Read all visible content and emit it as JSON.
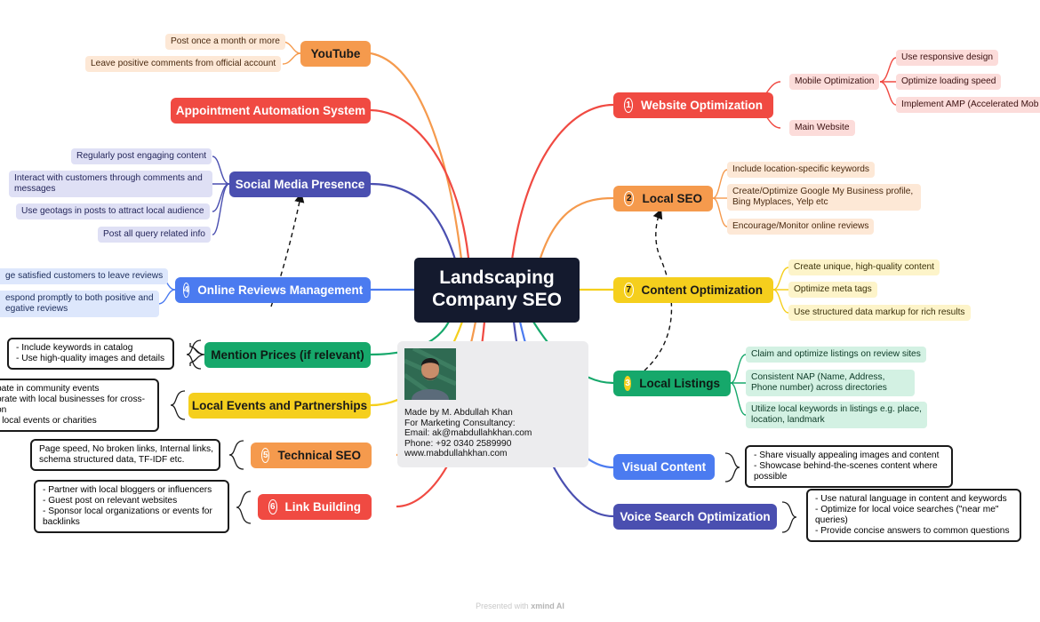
{
  "center": {
    "line1": "Landscaping",
    "line2": "Company SEO"
  },
  "author": {
    "made_by": "Made by M. Abdullah Khan",
    "consult": "For Marketing Consultancy:",
    "email": "Email: ak@mabdullahkhan.com",
    "phone": "Phone: +92 0340 2589990",
    "web": "www.mabdullahkhan.com"
  },
  "footer": {
    "prefix": "Presented with",
    "brand": "xmind AI"
  },
  "colors": {
    "red": "#f04a42",
    "orange": "#f59a4d",
    "yellow": "#f5cf1d",
    "green": "#16a86b",
    "blue": "#4b7bf0",
    "indigo": "#4a4fb0",
    "navy": "#141a2e"
  },
  "left": {
    "youtube": {
      "label": "YouTube",
      "items": [
        "Post once a month or more",
        "Leave positive comments from official account"
      ]
    },
    "appointment": {
      "label": "Appointment Automation System"
    },
    "social": {
      "label": "Social Media Presence",
      "items": [
        "Regularly post engaging content",
        "Interact with customers through comments and messages",
        "Use geotags in posts to attract local audience",
        "Post all query related info"
      ]
    },
    "reviews": {
      "num": "4",
      "label": "Online Reviews Management",
      "items": [
        "ge satisfied customers to leave reviews",
        "espond promptly to both positive and",
        "egative reviews"
      ]
    },
    "prices": {
      "label": "Mention Prices (if relevant)",
      "lines": [
        "- Include keywords in catalog",
        "- Use high-quality images and details"
      ]
    },
    "events": {
      "label": "Local Events and Partnerships",
      "lines": [
        "pate in community events",
        "orate with local businesses for cross-",
        "on",
        "r local events or charities"
      ]
    },
    "technical": {
      "num": "5",
      "label": "Technical SEO",
      "lines": [
        "Page speed, No broken links, Internal links,",
        "schema structured data, TF-IDF etc."
      ]
    },
    "links": {
      "num": "6",
      "label": "Link Building",
      "lines": [
        "- Partner with local bloggers or influencers",
        "- Guest post on relevant websites",
        "- Sponsor local organizations or events for",
        "backlinks"
      ]
    }
  },
  "right": {
    "website": {
      "num": "1",
      "label": "Website Optimization",
      "mobile": "Mobile Optimization",
      "main": "Main Website",
      "mobile_items": [
        "Use responsive design",
        "Optimize loading speed",
        "Implement AMP (Accelerated Mob"
      ]
    },
    "localseo": {
      "num": "2",
      "label": "Local SEO",
      "items": [
        "Include location-specific keywords",
        "Create/Optimize Google My Business profile, Bing Myplaces, Yelp etc",
        "Encourage/Monitor online reviews"
      ]
    },
    "content": {
      "num": "7",
      "label": "Content Optimization",
      "items": [
        "Create unique, high-quality content",
        "Optimize meta tags",
        "Use structured data markup for rich results"
      ]
    },
    "listings": {
      "num": "3",
      "label": "Local Listings",
      "items": [
        "Claim and optimize listings on review sites",
        "Consistent NAP (Name, Address, Phone number) across directories",
        "Utilize local keywords in listings e.g. place, location, landmark"
      ]
    },
    "visual": {
      "label": "Visual Content",
      "lines": [
        "- Share visually appealing images and content",
        "- Showcase behind-the-scenes content where",
        "possible"
      ]
    },
    "voice": {
      "label": "Voice Search Optimization",
      "lines": [
        "- Use natural language in content and keywords",
        "- Optimize for local voice searches (\"near me\"",
        "queries)",
        "- Provide concise answers to common questions"
      ]
    }
  }
}
